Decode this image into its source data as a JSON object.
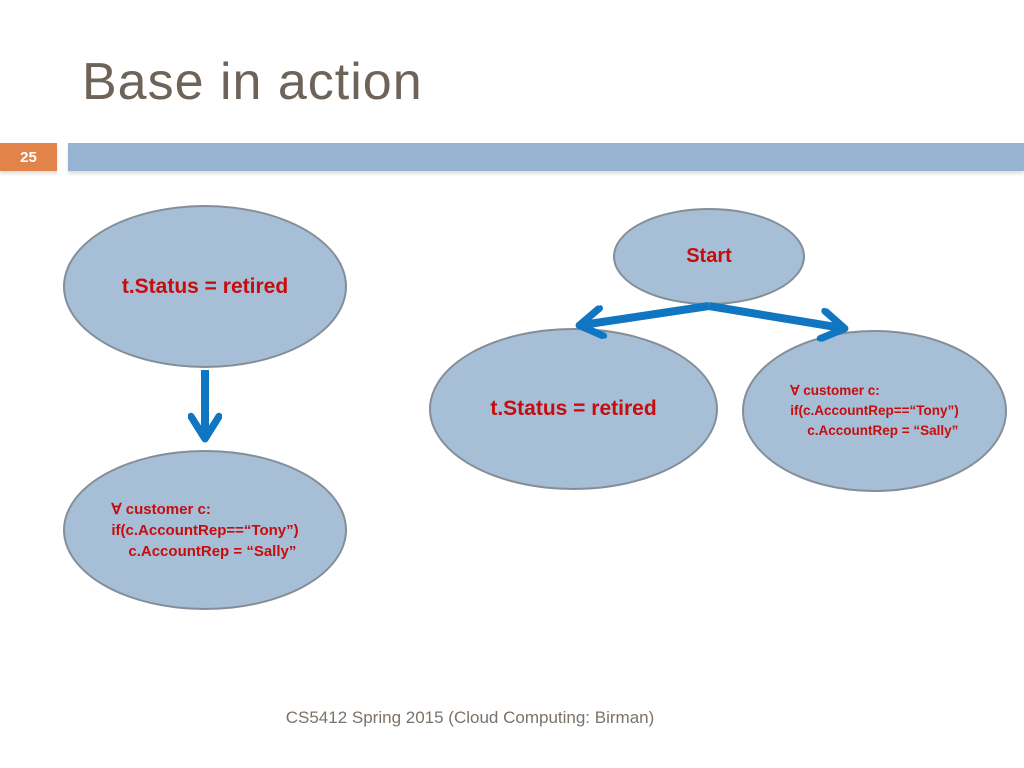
{
  "slide": {
    "title": "Base in action",
    "page_number": "25",
    "footer": "CS5412 Spring 2015 (Cloud Computing: Birman)"
  },
  "colors": {
    "accent_orange": "#e2834a",
    "header_bar_blue": "#96b4d1",
    "node_fill_blue": "#a6bed6",
    "node_border_gray": "#848e98",
    "arrow_blue": "#1176c2",
    "node_text_red": "#c60d0e",
    "title_brown": "#6e6358",
    "footer_gray": "#7c7268"
  },
  "diagram": {
    "left_flow": {
      "condition_node": {
        "label": "t.Status = retired"
      },
      "action_node": {
        "lines": [
          "∀ customer c:",
          "if(c.AccountRep==“Tony”)",
          "c.AccountRep = “Sally”"
        ]
      }
    },
    "right_flow": {
      "start_node": {
        "label": "Start"
      },
      "condition_node": {
        "label": "t.Status = retired"
      },
      "action_node": {
        "lines": [
          "∀ customer c:",
          "if(c.AccountRep==“Tony”)",
          "c.AccountRep = “Sally”"
        ]
      }
    }
  }
}
